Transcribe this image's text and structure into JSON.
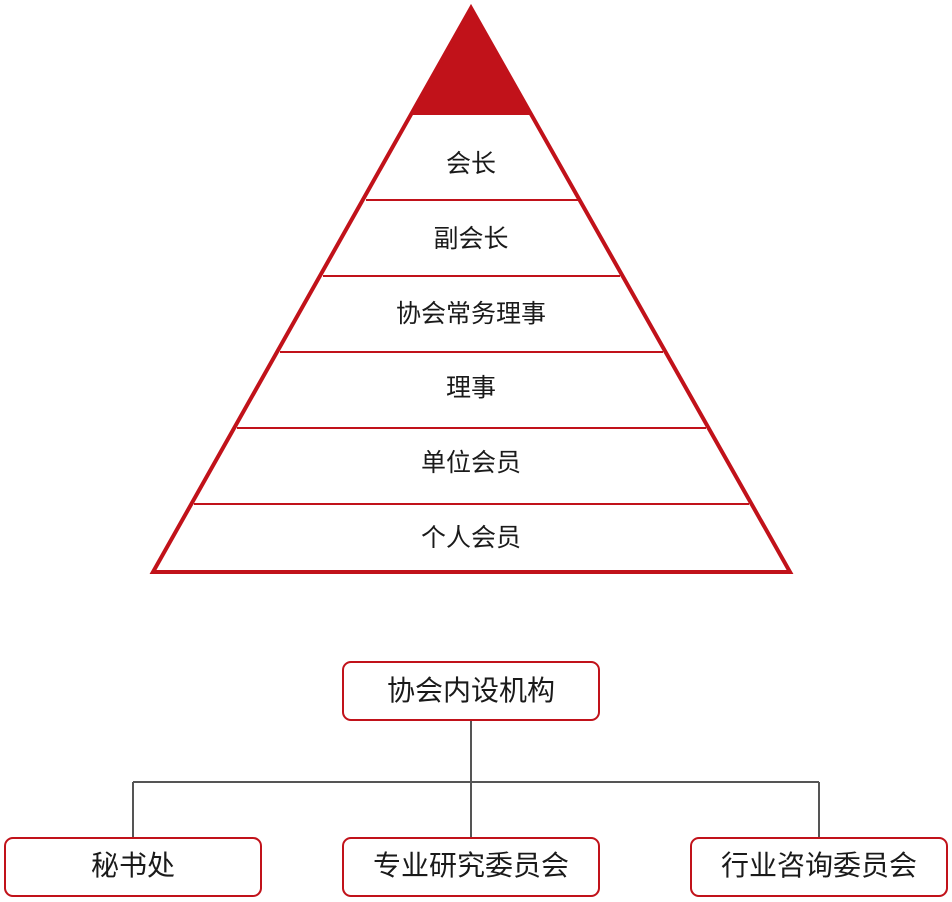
{
  "colors": {
    "accent": "#c1121a",
    "connector": "#555555",
    "text": "#1a1a1a",
    "background": "#ffffff"
  },
  "pyramid": {
    "tiers": [
      {
        "label": "会长"
      },
      {
        "label": "副会长"
      },
      {
        "label": "协会常务理事"
      },
      {
        "label": "理事"
      },
      {
        "label": "单位会员"
      },
      {
        "label": "个人会员"
      }
    ]
  },
  "org": {
    "root": {
      "label": "协会内设机构"
    },
    "children": [
      {
        "label": "秘书处"
      },
      {
        "label": "专业研究委员会"
      },
      {
        "label": "行业咨询委员会"
      }
    ]
  }
}
